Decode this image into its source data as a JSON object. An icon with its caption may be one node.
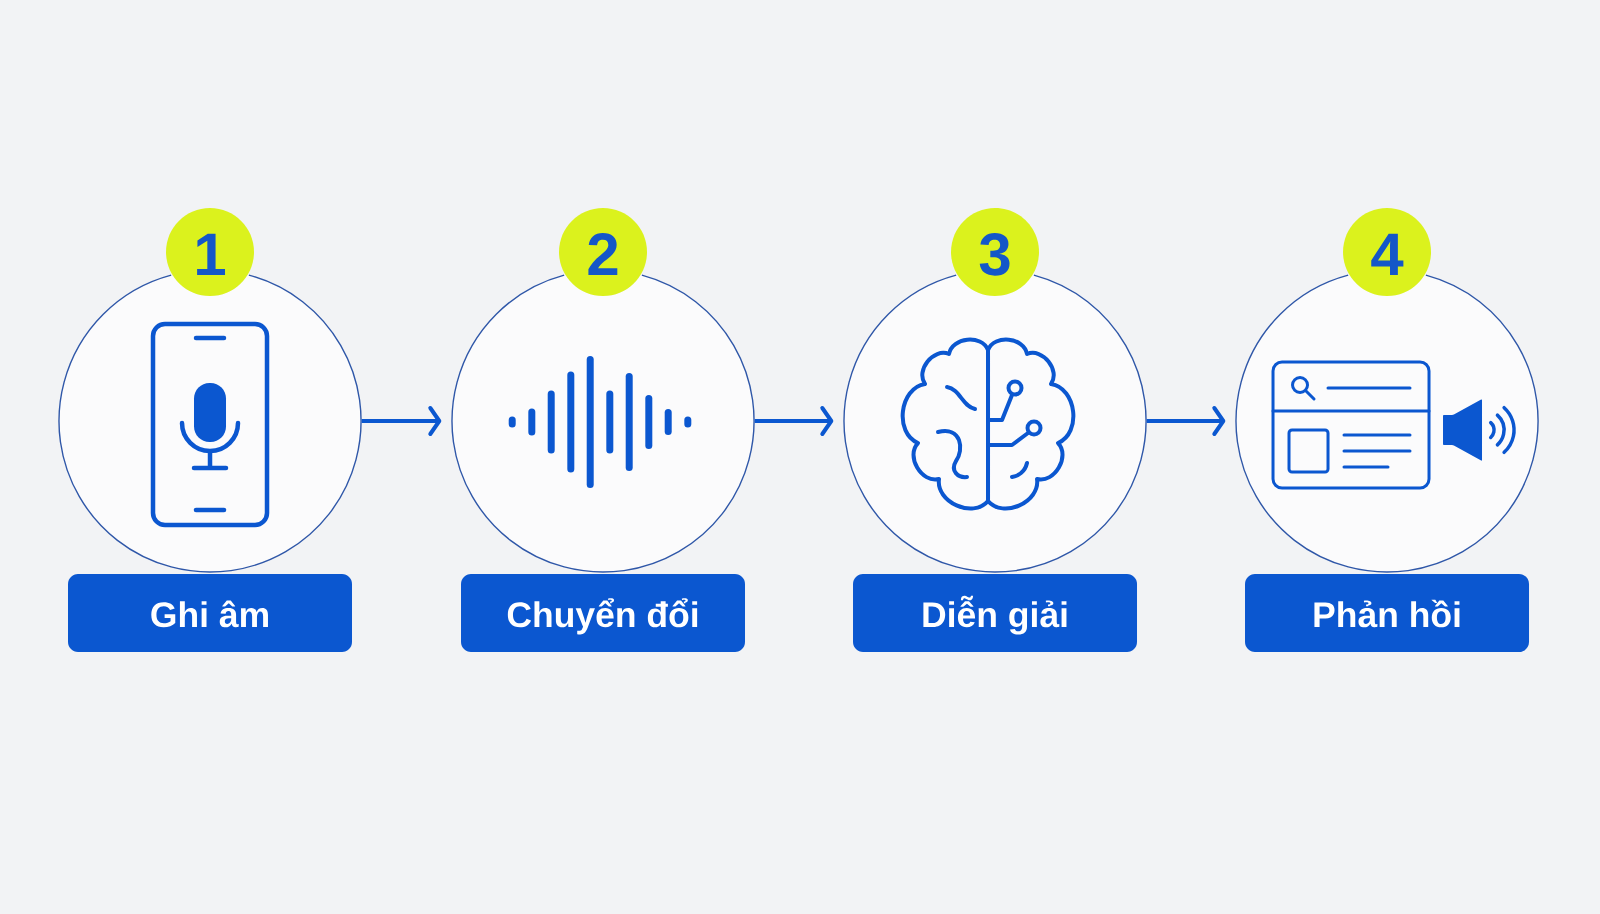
{
  "diagram": {
    "nodes": [
      {
        "text": [
          "1"
        ]
      },
      {
        "text": [],
        "shape": "circle"
      },
      {
        "text": [
          "Ghi âm"
        ]
      },
      {
        "text": [
          "2"
        ]
      },
      {
        "text": [],
        "shape": "circle"
      },
      {
        "text": [
          "Chuyển đổi"
        ]
      },
      {
        "text": [
          "3"
        ]
      },
      {
        "text": [],
        "shape": "circle"
      },
      {
        "text": [
          "Diễn giải"
        ]
      },
      {
        "text": [
          "4"
        ]
      },
      {
        "text": [],
        "shape": "circle"
      },
      {
        "text": [
          "Phản hồi"
        ]
      }
    ],
    "edges": [
      {
        "from": 1,
        "to": 4,
        "arrow": "to"
      },
      {
        "from": 4,
        "to": 7,
        "arrow": "to"
      },
      {
        "from": 7,
        "to": 10,
        "arrow": "to"
      }
    ]
  }
}
